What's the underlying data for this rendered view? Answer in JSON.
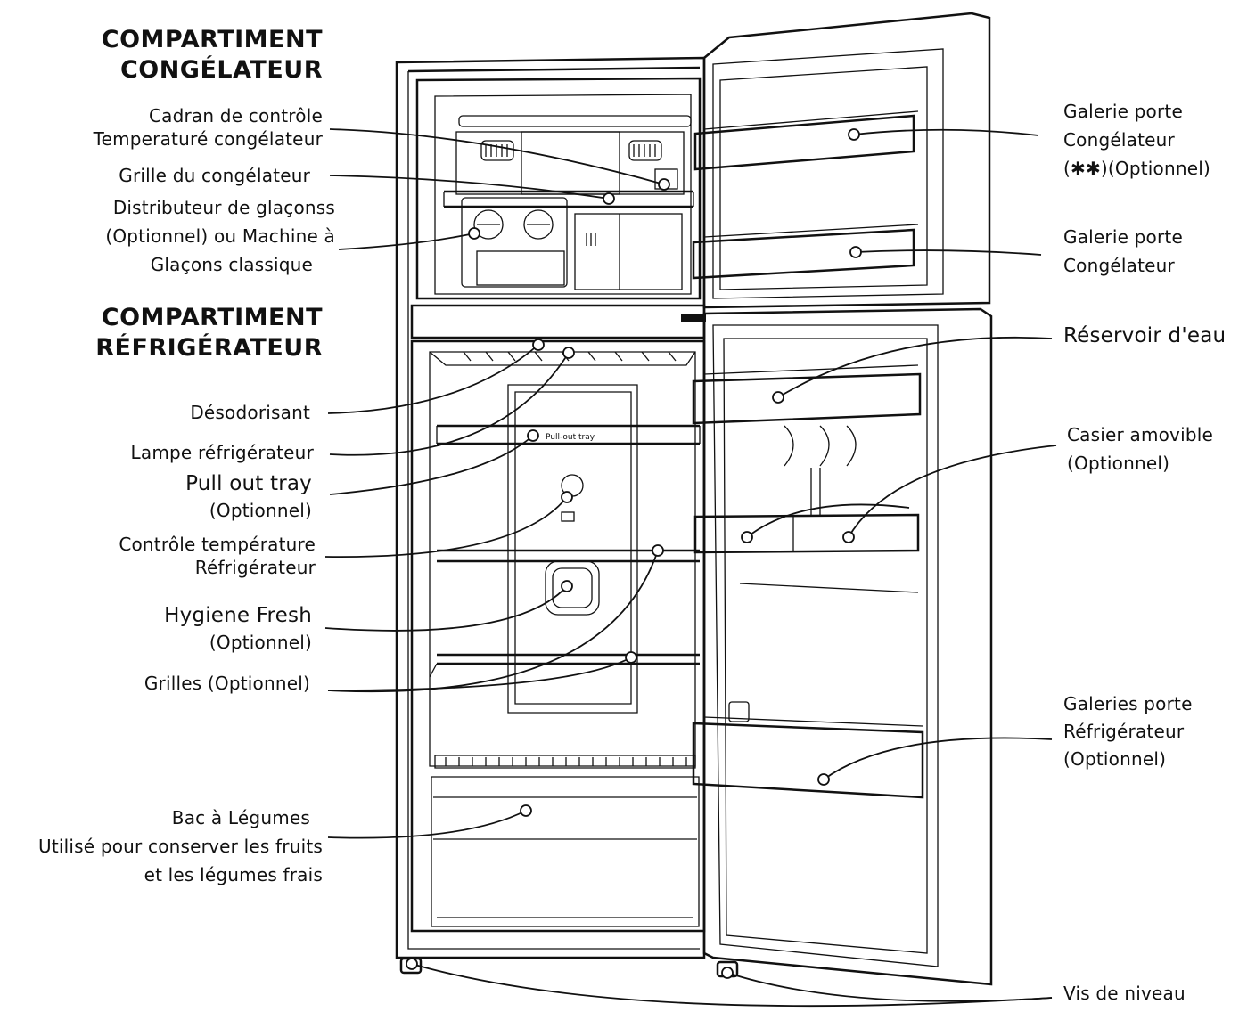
{
  "headers": {
    "freezer_line1": "COMPARTIMENT",
    "freezer_line2": "CONGÉLATEUR",
    "fridge_line1": "COMPARTIMENT",
    "fridge_line2": "RÉFRIGÉRATEUR"
  },
  "left_labels": {
    "control_dial_1": "Cadran de contrôle",
    "control_dial_2": "Temperaturé congélateur",
    "freezer_grille": "Grille du congélateur",
    "ice_1": "Distributeur de glaçonss",
    "ice_2": "(Optionnel) ou Machine à",
    "ice_3": "Glaçons classique",
    "deodorizer": "Désodorisant",
    "lamp": "Lampe réfrigérateur",
    "pullout_1": "Pull out tray",
    "pullout_2": "(Optionnel)",
    "temp_1": "Contrôle température",
    "temp_2": "Réfrigérateur",
    "hygiene_1": "Hygiene Fresh",
    "hygiene_2": "(Optionnel)",
    "shelves": "Grilles (Optionnel)",
    "crisper_1": "Bac à Légumes",
    "crisper_2": "Utilisé pour conserver les fruits",
    "crisper_3": "et les légumes frais"
  },
  "right_labels": {
    "freezer_bin_opt_1": "Galerie porte",
    "freezer_bin_opt_2": "Congélateur",
    "freezer_bin_opt_3": "(✱✱)(Optionnel)",
    "freezer_bin_1": "Galerie porte",
    "freezer_bin_2": "Congélateur",
    "water_tank": "Réservoir d'eau",
    "removable_1": "Casier amovible",
    "removable_2": "(Optionnel)",
    "fridge_bins_1": "Galeries porte",
    "fridge_bins_2": "Réfrigérateur",
    "fridge_bins_3": "(Optionnel)",
    "leveling": "Vis de niveau"
  },
  "tray_marking": "Pull-out tray"
}
